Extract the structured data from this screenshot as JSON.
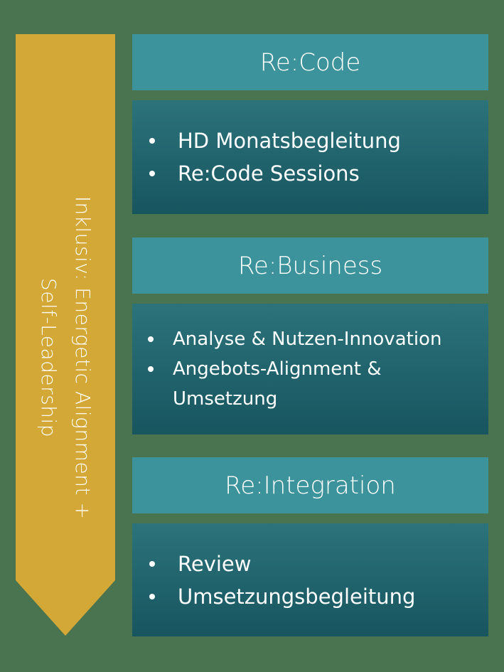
{
  "colors": {
    "background": "#4a7350",
    "arrow": "#d4a836",
    "header": "#3d939c",
    "body_top": "#2c737b",
    "body_bottom": "#17555f",
    "text": "#ffffff"
  },
  "arrow": {
    "line1": "Inklusiv: Energetic Alignment +",
    "line2": "Self-Leadership"
  },
  "sections": [
    {
      "title": "Re:Code",
      "items": [
        "HD Monatsbegleitung",
        "Re:Code Sessions"
      ]
    },
    {
      "title": "Re:Business",
      "items": [
        "Analyse & Nutzen-Innovation",
        "Angebots-Alignment & Umsetzung"
      ]
    },
    {
      "title": "Re:Integration",
      "items": [
        "Review",
        "Umsetzungsbegleitung"
      ]
    }
  ]
}
